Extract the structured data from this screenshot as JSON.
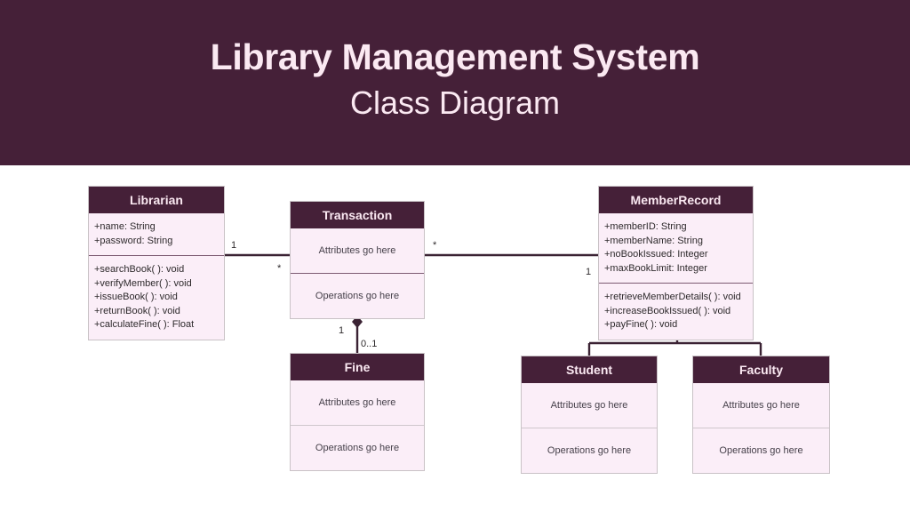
{
  "header": {
    "title": "Library Management System",
    "subtitle": "Class Diagram",
    "background_color": "#452038",
    "text_color": "#fbe9f2"
  },
  "theme": {
    "class_header_bg": "#452038",
    "class_body_bg": "#fbeef8",
    "class_border": "#c9c2c6",
    "connector_color": "#3a2233",
    "page_bg": "#ffffff"
  },
  "diagram": {
    "type": "uml-class-diagram",
    "classes": [
      {
        "id": "librarian",
        "name": "Librarian",
        "attributes": [
          "+name: String",
          "+password: String"
        ],
        "operations": [
          "+searchBook( ): void",
          "+verifyMember( ): void",
          "+issueBook( ): void",
          "+returnBook( ): void",
          "+calculateFine( ): Float"
        ]
      },
      {
        "id": "transaction",
        "name": "Transaction",
        "attributes_placeholder": "Attributes go here",
        "operations_placeholder": "Operations go here"
      },
      {
        "id": "memberrecord",
        "name": "MemberRecord",
        "attributes": [
          "+memberID: String",
          "+memberName: String",
          "+noBookIssued: Integer",
          "+maxBookLimit: Integer"
        ],
        "operations": [
          "+retrieveMemberDetails( ): void",
          "+increaseBookIssued( ): void",
          "+payFine( ): void"
        ]
      },
      {
        "id": "fine",
        "name": "Fine",
        "attributes_placeholder": "Attributes go here",
        "operations_placeholder": "Operations go here"
      },
      {
        "id": "student",
        "name": "Student",
        "attributes_placeholder": "Attributes go here",
        "operations_placeholder": "Operations go here"
      },
      {
        "id": "faculty",
        "name": "Faculty",
        "attributes_placeholder": "Attributes go here",
        "operations_placeholder": "Operations go here"
      }
    ],
    "relationships": [
      {
        "id": "librarian-transaction",
        "from": "Librarian",
        "to": "Transaction",
        "kind": "association",
        "source_multiplicity": "1",
        "target_multiplicity": "*"
      },
      {
        "id": "transaction-memberrecord",
        "from": "Transaction",
        "to": "MemberRecord",
        "kind": "association",
        "source_multiplicity": "*",
        "target_multiplicity": "1"
      },
      {
        "id": "transaction-fine",
        "from": "Transaction",
        "to": "Fine",
        "kind": "composition",
        "source_multiplicity": "1",
        "target_multiplicity": "0..1"
      },
      {
        "id": "memberrecord-student",
        "from": "Student",
        "to": "MemberRecord",
        "kind": "generalization"
      },
      {
        "id": "memberrecord-faculty",
        "from": "Faculty",
        "to": "MemberRecord",
        "kind": "generalization"
      }
    ]
  }
}
